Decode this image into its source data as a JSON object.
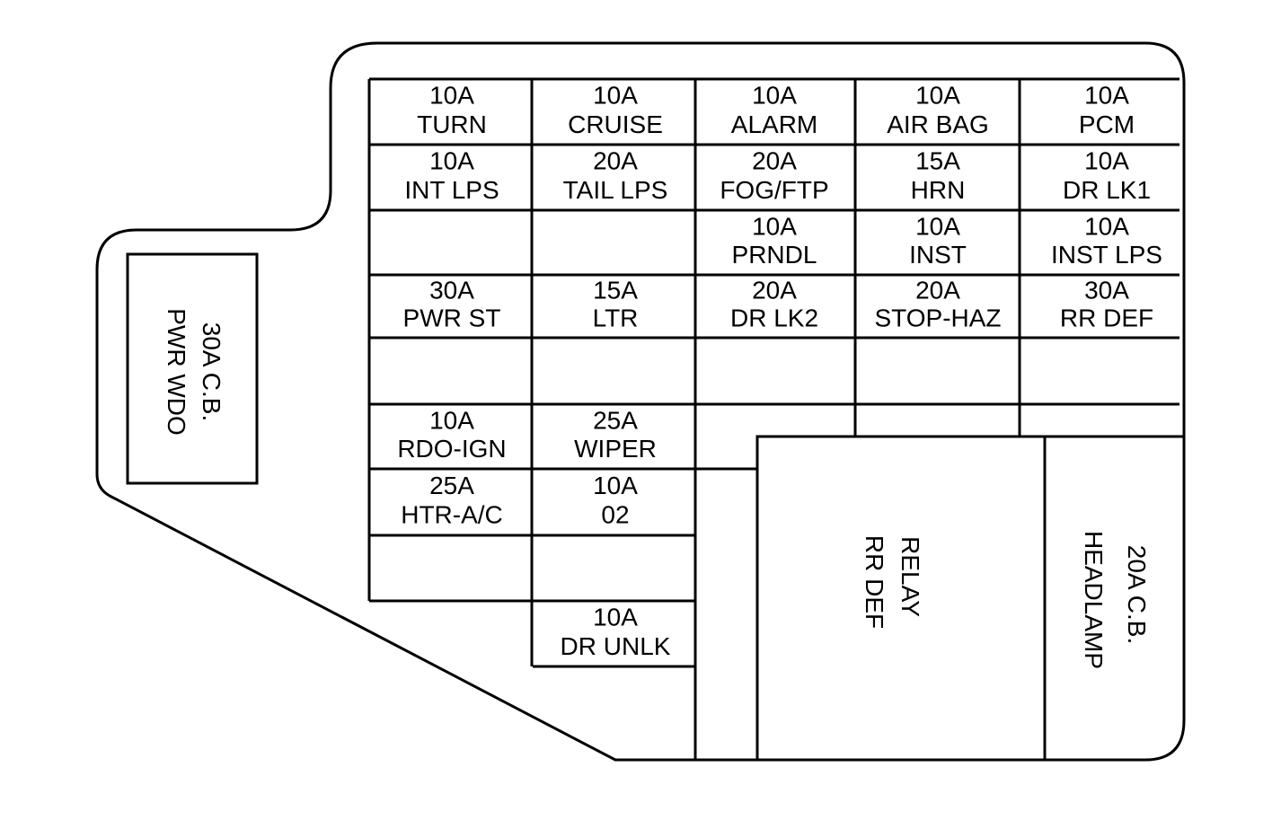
{
  "fuse_panel": {
    "fuses": [
      {
        "id": "r1c1",
        "rating": "10A",
        "name": "TURN"
      },
      {
        "id": "r1c2",
        "rating": "10A",
        "name": "CRUISE"
      },
      {
        "id": "r1c3",
        "rating": "10A",
        "name": "ALARM"
      },
      {
        "id": "r1c4",
        "rating": "10A",
        "name": "AIR BAG"
      },
      {
        "id": "r1c5",
        "rating": "10A",
        "name": "PCM"
      },
      {
        "id": "r2c1",
        "rating": "10A",
        "name": "INT LPS"
      },
      {
        "id": "r2c2",
        "rating": "20A",
        "name": "TAIL LPS"
      },
      {
        "id": "r2c3",
        "rating": "20A",
        "name": "FOG/FTP"
      },
      {
        "id": "r2c4",
        "rating": "15A",
        "name": "HRN"
      },
      {
        "id": "r2c5",
        "rating": "10A",
        "name": "DR LK1"
      },
      {
        "id": "r3c3",
        "rating": "10A",
        "name": "PRNDL"
      },
      {
        "id": "r3c4",
        "rating": "10A",
        "name": "INST"
      },
      {
        "id": "r3c5",
        "rating": "10A",
        "name": "INST LPS"
      },
      {
        "id": "r4c1",
        "rating": "30A",
        "name": "PWR ST"
      },
      {
        "id": "r4c2",
        "rating": "15A",
        "name": "LTR"
      },
      {
        "id": "r4c3",
        "rating": "20A",
        "name": "DR LK2"
      },
      {
        "id": "r4c4",
        "rating": "20A",
        "name": "STOP-HAZ"
      },
      {
        "id": "r4c5",
        "rating": "30A",
        "name": "RR DEF"
      },
      {
        "id": "r6c1",
        "rating": "10A",
        "name": "RDO-IGN"
      },
      {
        "id": "r6c2",
        "rating": "25A",
        "name": "WIPER"
      },
      {
        "id": "r7c1",
        "rating": "25A",
        "name": "HTR-A/C"
      },
      {
        "id": "r7c2",
        "rating": "10A",
        "name": "02"
      },
      {
        "id": "r9c2",
        "rating": "10A",
        "name": "DR UNLK"
      }
    ],
    "breaker_pwr_wdo": {
      "line1": "30A C.B.",
      "line2": "PWR WDO"
    },
    "relay_rr_def": {
      "line1": "RELAY",
      "line2": "RR DEF"
    },
    "breaker_headlamp": {
      "line1": "20A C.B.",
      "line2": "HEADLAMP"
    }
  }
}
